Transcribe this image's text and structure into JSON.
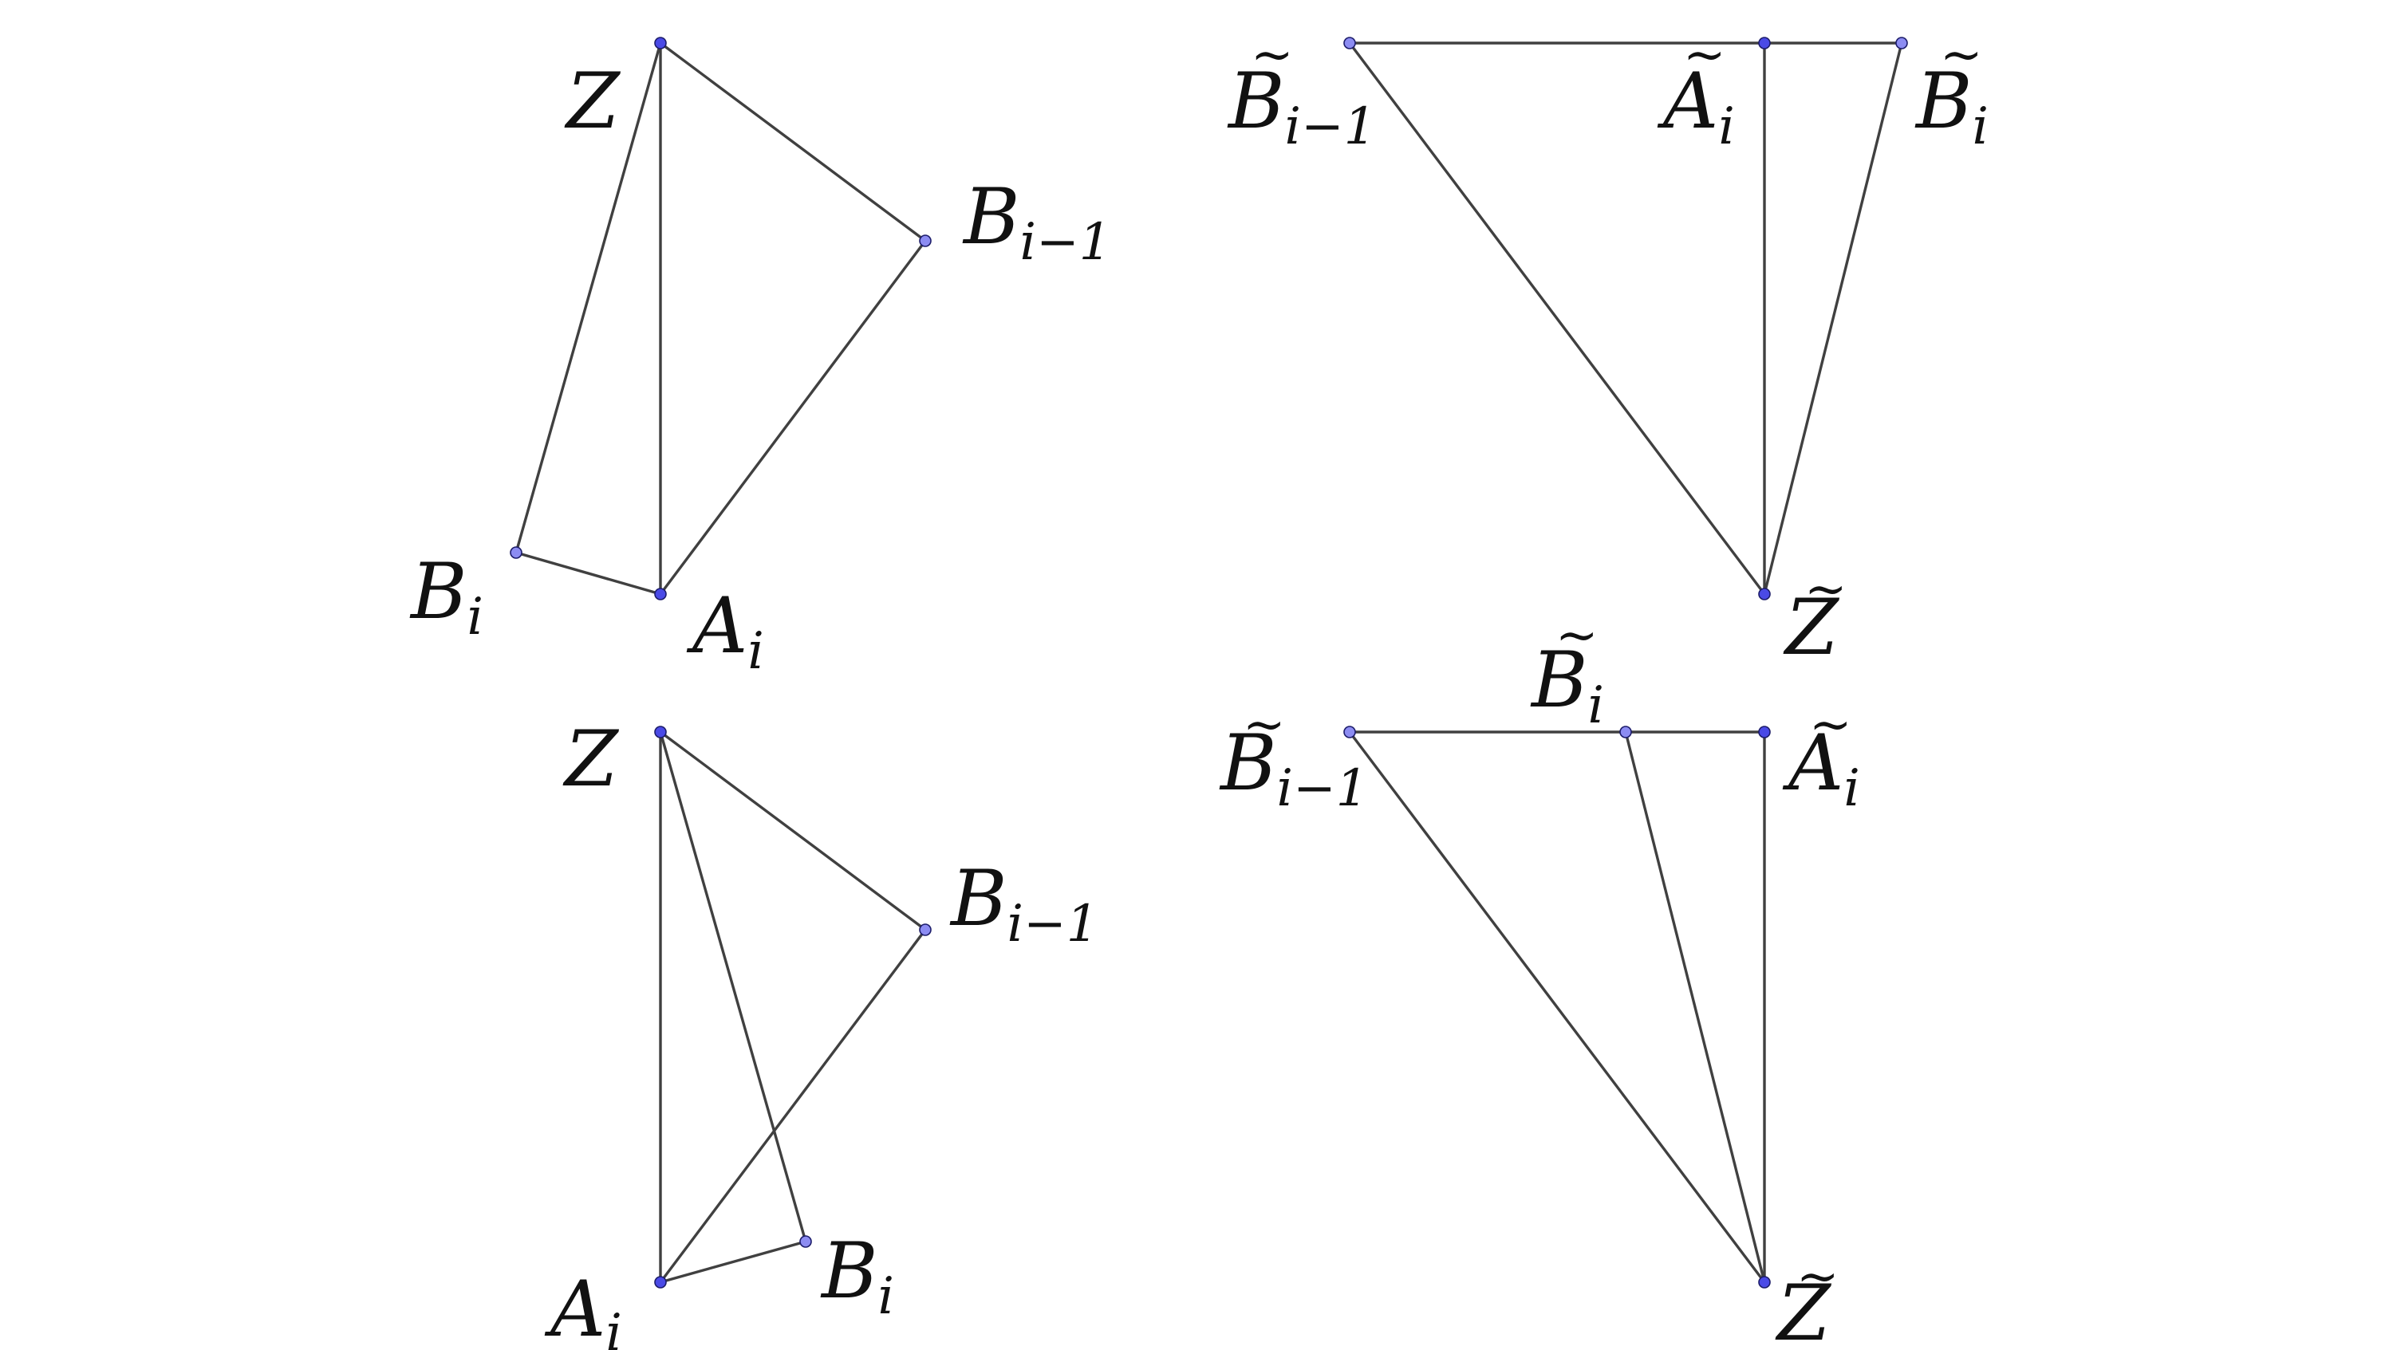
{
  "labels": {
    "Z": "Z",
    "A": "A",
    "B": "B",
    "sub_i": "i",
    "sub_i_minus_1": "i−1",
    "tilde": "~"
  }
}
